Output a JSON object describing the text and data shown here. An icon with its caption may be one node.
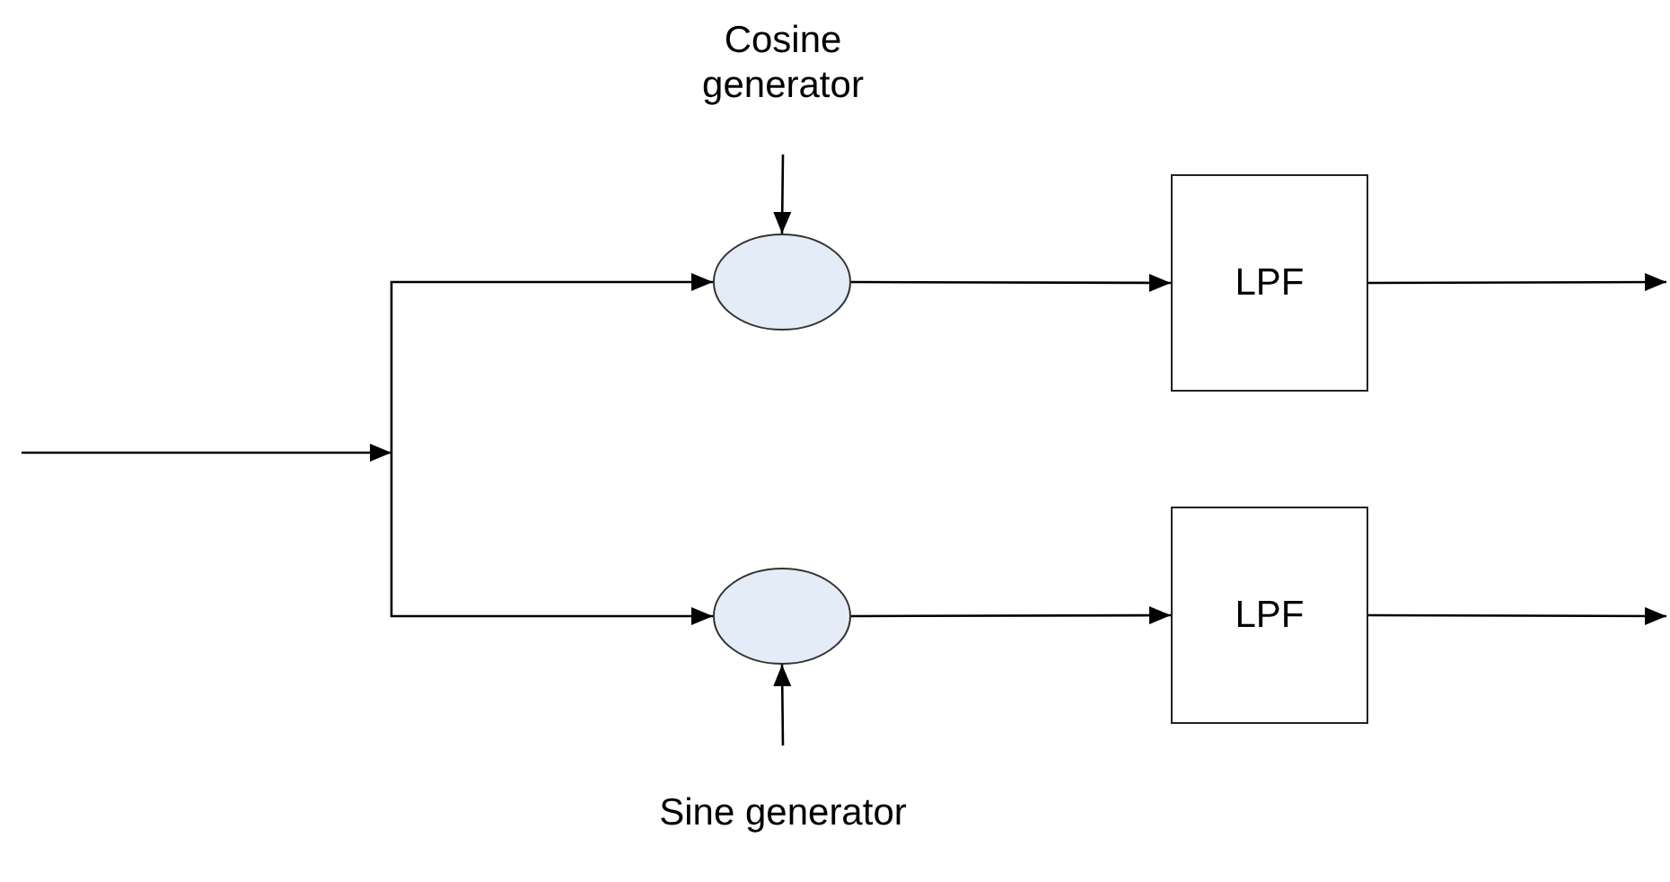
{
  "diagram": {
    "nodes": [
      {
        "text": [
          "Cosine generator"
        ]
      },
      {
        "text": [],
        "shape": "circle"
      },
      {
        "text": [
          "LPF"
        ]
      },
      {
        "text": [],
        "shape": "circle"
      },
      {
        "text": [
          "LPF"
        ]
      },
      {
        "text": [
          "Sine generator"
        ]
      }
    ],
    "edges": [
      {
        "from": null,
        "to": 1,
        "arrow": "to"
      },
      {
        "from": null,
        "to": 3,
        "arrow": "to"
      },
      {
        "from": 0,
        "to": 1,
        "arrow": "to"
      },
      {
        "from": 1,
        "to": 2,
        "arrow": "to"
      },
      {
        "from": 2,
        "to": null,
        "arrow": "to"
      },
      {
        "from": 5,
        "to": 3,
        "arrow": "to"
      },
      {
        "from": 3,
        "to": 4,
        "arrow": "to"
      },
      {
        "from": 4,
        "to": null,
        "arrow": "to"
      }
    ]
  }
}
